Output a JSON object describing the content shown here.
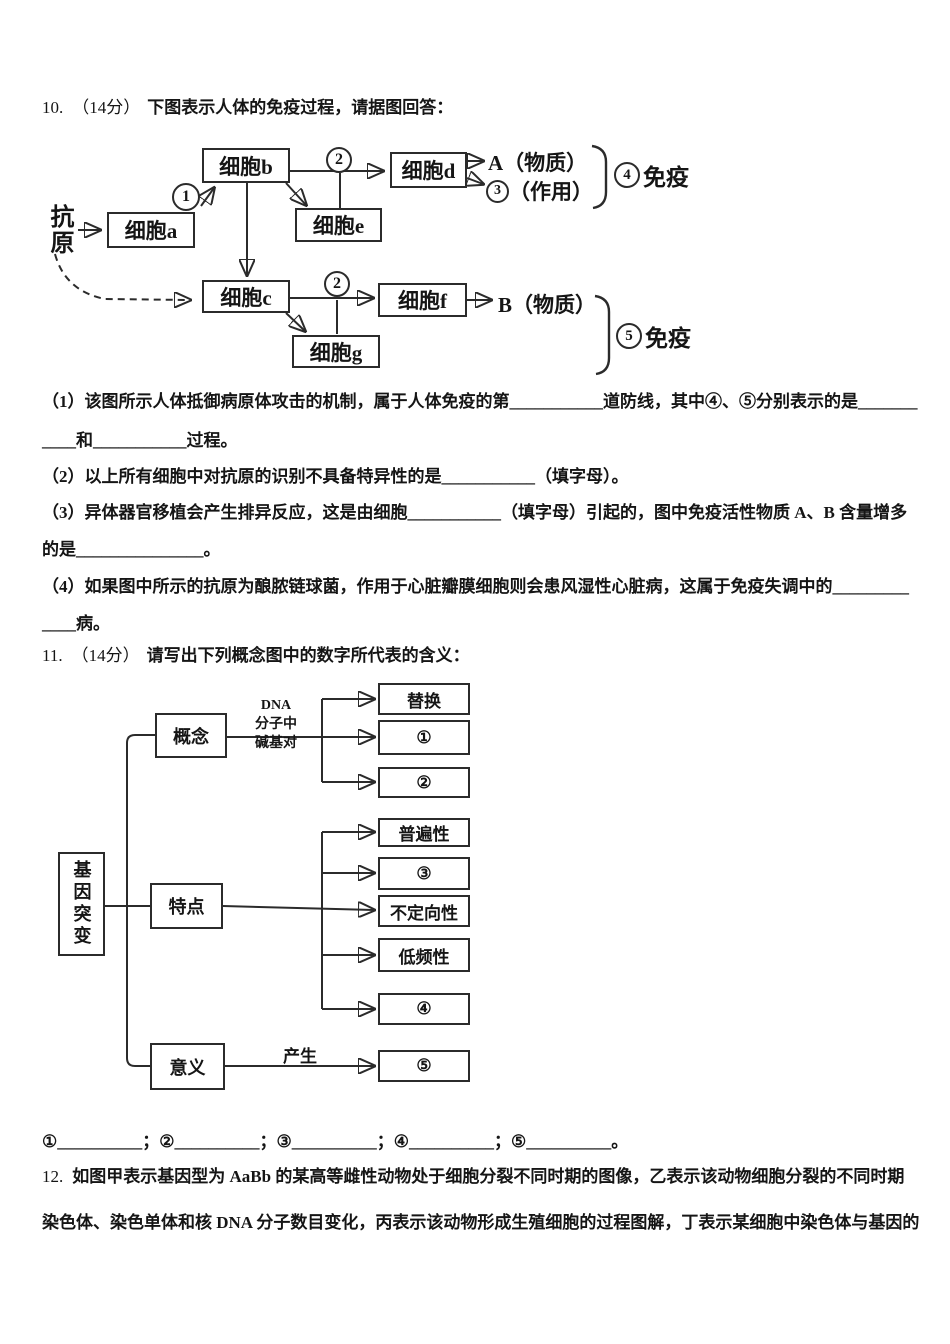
{
  "q10": {
    "num": "10.",
    "score": "（14分）",
    "title": "下图表示人体的免疫过程，请据图回答：",
    "diagram": {
      "antigen": "抗原",
      "cell_a": "细胞a",
      "cell_b": "细胞b",
      "cell_c": "细胞c",
      "cell_d": "细胞d",
      "cell_e": "细胞e",
      "cell_f": "细胞f",
      "cell_g": "细胞g",
      "step1": "1",
      "step2": "2",
      "step3": "3",
      "step4": "4",
      "step5": "5",
      "a_substance": "A（物质）",
      "effect_label": "（作用）",
      "b_substance": "B（物质）",
      "immunity_label4": "免疫",
      "immunity_label5": "免疫"
    },
    "part1_line1": "（1）该图所示人体抵御病原体攻击的机制，属于人体免疫的第___________道防线，其中④、⑤分别表示的是_______",
    "part1_line2": "____和___________过程。",
    "part2": "（2）以上所有细胞中对抗原的识别不具备特异性的是___________（填字母）。",
    "part3_line1": "（3）异体器官移植会产生排异反应，这是由细胞___________（填字母）引起的，图中免疫活性物质 A、B 含量增多",
    "part3_line2": "的是_______________。",
    "part4_line1": "（4）如果图中所示的抗原为酿脓链球菌，作用于心脏瓣膜细胞则会患风湿性心脏病，这属于免疫失调中的_________",
    "part4_line2": "____病。"
  },
  "q11": {
    "num": "11.",
    "score": "（14分）",
    "title": "请写出下列概念图中的数字所代表的含义：",
    "diagram": {
      "root": "基因突变",
      "concept": "概念",
      "feature": "特点",
      "meaning": "意义",
      "edge_concept": [
        "DNA",
        "分子中",
        "碱基对"
      ],
      "edge_meaning": "产生",
      "concept_leaves": [
        "替换",
        "①",
        "②"
      ],
      "feature_leaves": [
        "普遍性",
        "③",
        "不定向性",
        "低频性",
        "④"
      ],
      "meaning_leaf": "⑤"
    },
    "answer_line": "①__________；②__________；③__________；④__________；⑤__________。"
  },
  "q12": {
    "num": "12.",
    "line1_rest": "如图甲表示基因型为 AaBb 的某高等雌性动物处于细胞分裂不同时期的图像，乙表示该动物细胞分裂的不同时期",
    "line2": "染色体、染色单体和核 DNA 分子数目变化，丙表示该动物形成生殖细胞的过程图解，丁表示某细胞中染色体与基因的"
  }
}
